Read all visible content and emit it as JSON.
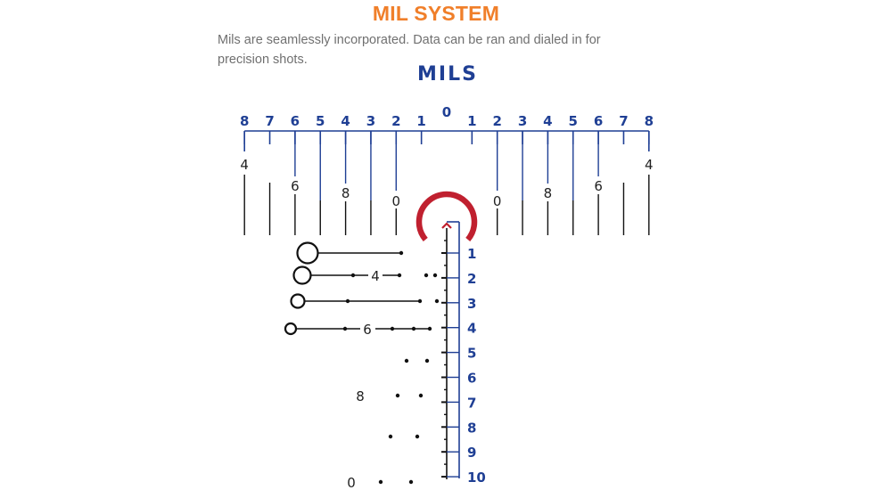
{
  "title": "MIL SYSTEM",
  "description": "Mils are seamlessly incorporated. Data can be ran and dialed in for precision shots.",
  "reticle": {
    "unit_label": "MILS",
    "center_label": "0",
    "horizontal_labels": [
      "8",
      "7",
      "6",
      "5",
      "4",
      "3",
      "2",
      "1",
      "1",
      "2",
      "3",
      "4",
      "5",
      "6",
      "7",
      "8"
    ],
    "horizontal_sub_labels": [
      "4",
      "6",
      "8",
      "0",
      "0",
      "8",
      "6",
      "4"
    ],
    "vertical_labels": [
      "1",
      "2",
      "3",
      "4",
      "5",
      "6",
      "7",
      "8",
      "9",
      "10"
    ],
    "holdover_labels": [
      "4",
      "6",
      "8",
      "0"
    ],
    "colors": {
      "scale": "#1f3f94",
      "circle": "#c0202f",
      "reticle": "#111111",
      "title": "#f07f2a"
    }
  }
}
